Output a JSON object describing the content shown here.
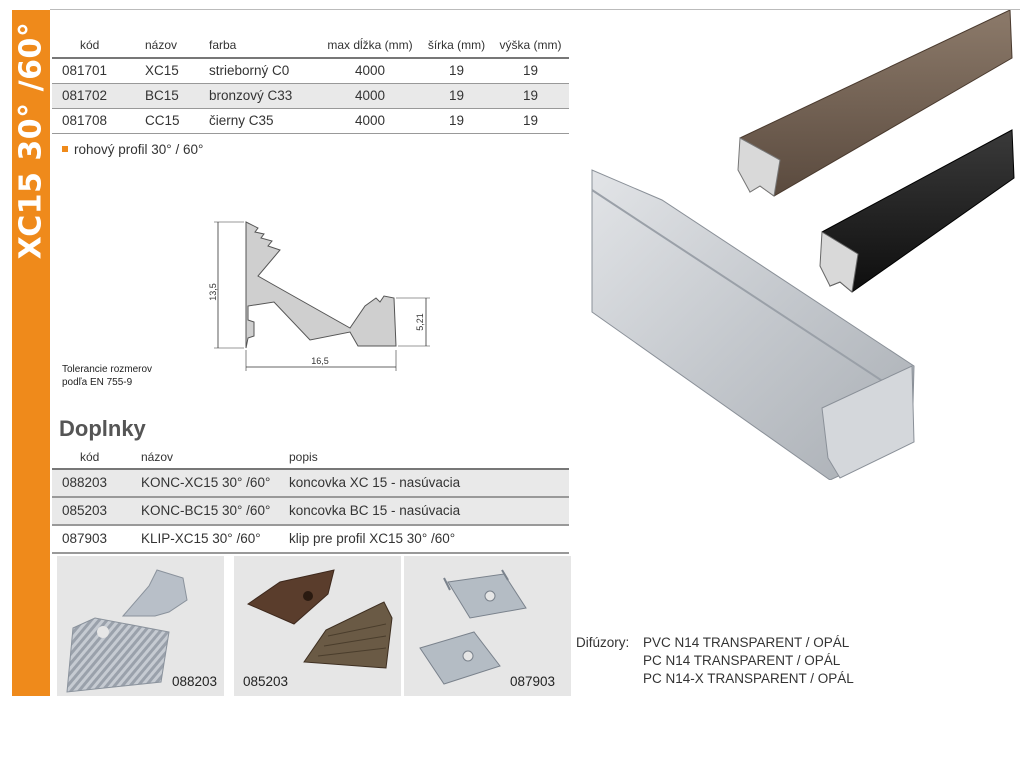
{
  "sidebar_title": "XC15 30° /60°",
  "spec_table": {
    "headers": [
      "kód",
      "názov",
      "farba",
      "max dĺžka (mm)",
      "šírka (mm)",
      "výška (mm)"
    ],
    "rows": [
      [
        "081701",
        "XC15",
        "strieborný  C0",
        "4000",
        "19",
        "19"
      ],
      [
        "081702",
        "BC15",
        "bronzový  C33",
        "4000",
        "19",
        "19"
      ],
      [
        "081708",
        "CC15",
        "čierny  C35",
        "4000",
        "19",
        "19"
      ]
    ]
  },
  "bullet_text": "rohový profil 30°  / 60°",
  "drawing_dims": {
    "height": "13,5",
    "width": "16,5",
    "side": "5,21"
  },
  "tolerance_text": [
    "Tolerancie rozmerov",
    "podľa EN 755-9"
  ],
  "accessories_title": "Doplnky",
  "accessories_table": {
    "headers": [
      "kód",
      "názov",
      "popis"
    ],
    "rows": [
      [
        "088203",
        "KONC-XC15 30° /60°",
        "koncovka XC 15 - nasúvacia"
      ],
      [
        "085203",
        "KONC-BC15 30° /60°",
        "koncovka BC 15 - nasúvacia"
      ],
      [
        "087903",
        "KLIP-XC15 30° /60°",
        "klip pre profil XC15 30° /60°"
      ]
    ]
  },
  "thumbnails": [
    {
      "code": "088203",
      "icon": "silver-end-cap-icon"
    },
    {
      "code": "085203",
      "icon": "bronze-end-cap-icon"
    },
    {
      "code": "087903",
      "icon": "mounting-clip-icon"
    }
  ],
  "diffusers": {
    "label": "Difúzory:",
    "lines": [
      "PVC N14  TRANSPARENT / OPÁL",
      "PC N14  TRANSPARENT / OPÁL",
      "PC N14-X TRANSPARENT / OPÁL"
    ]
  },
  "colors": {
    "accent": "#ef8a1b",
    "row_alt": "#e9e9e9",
    "heading": "#555555"
  }
}
